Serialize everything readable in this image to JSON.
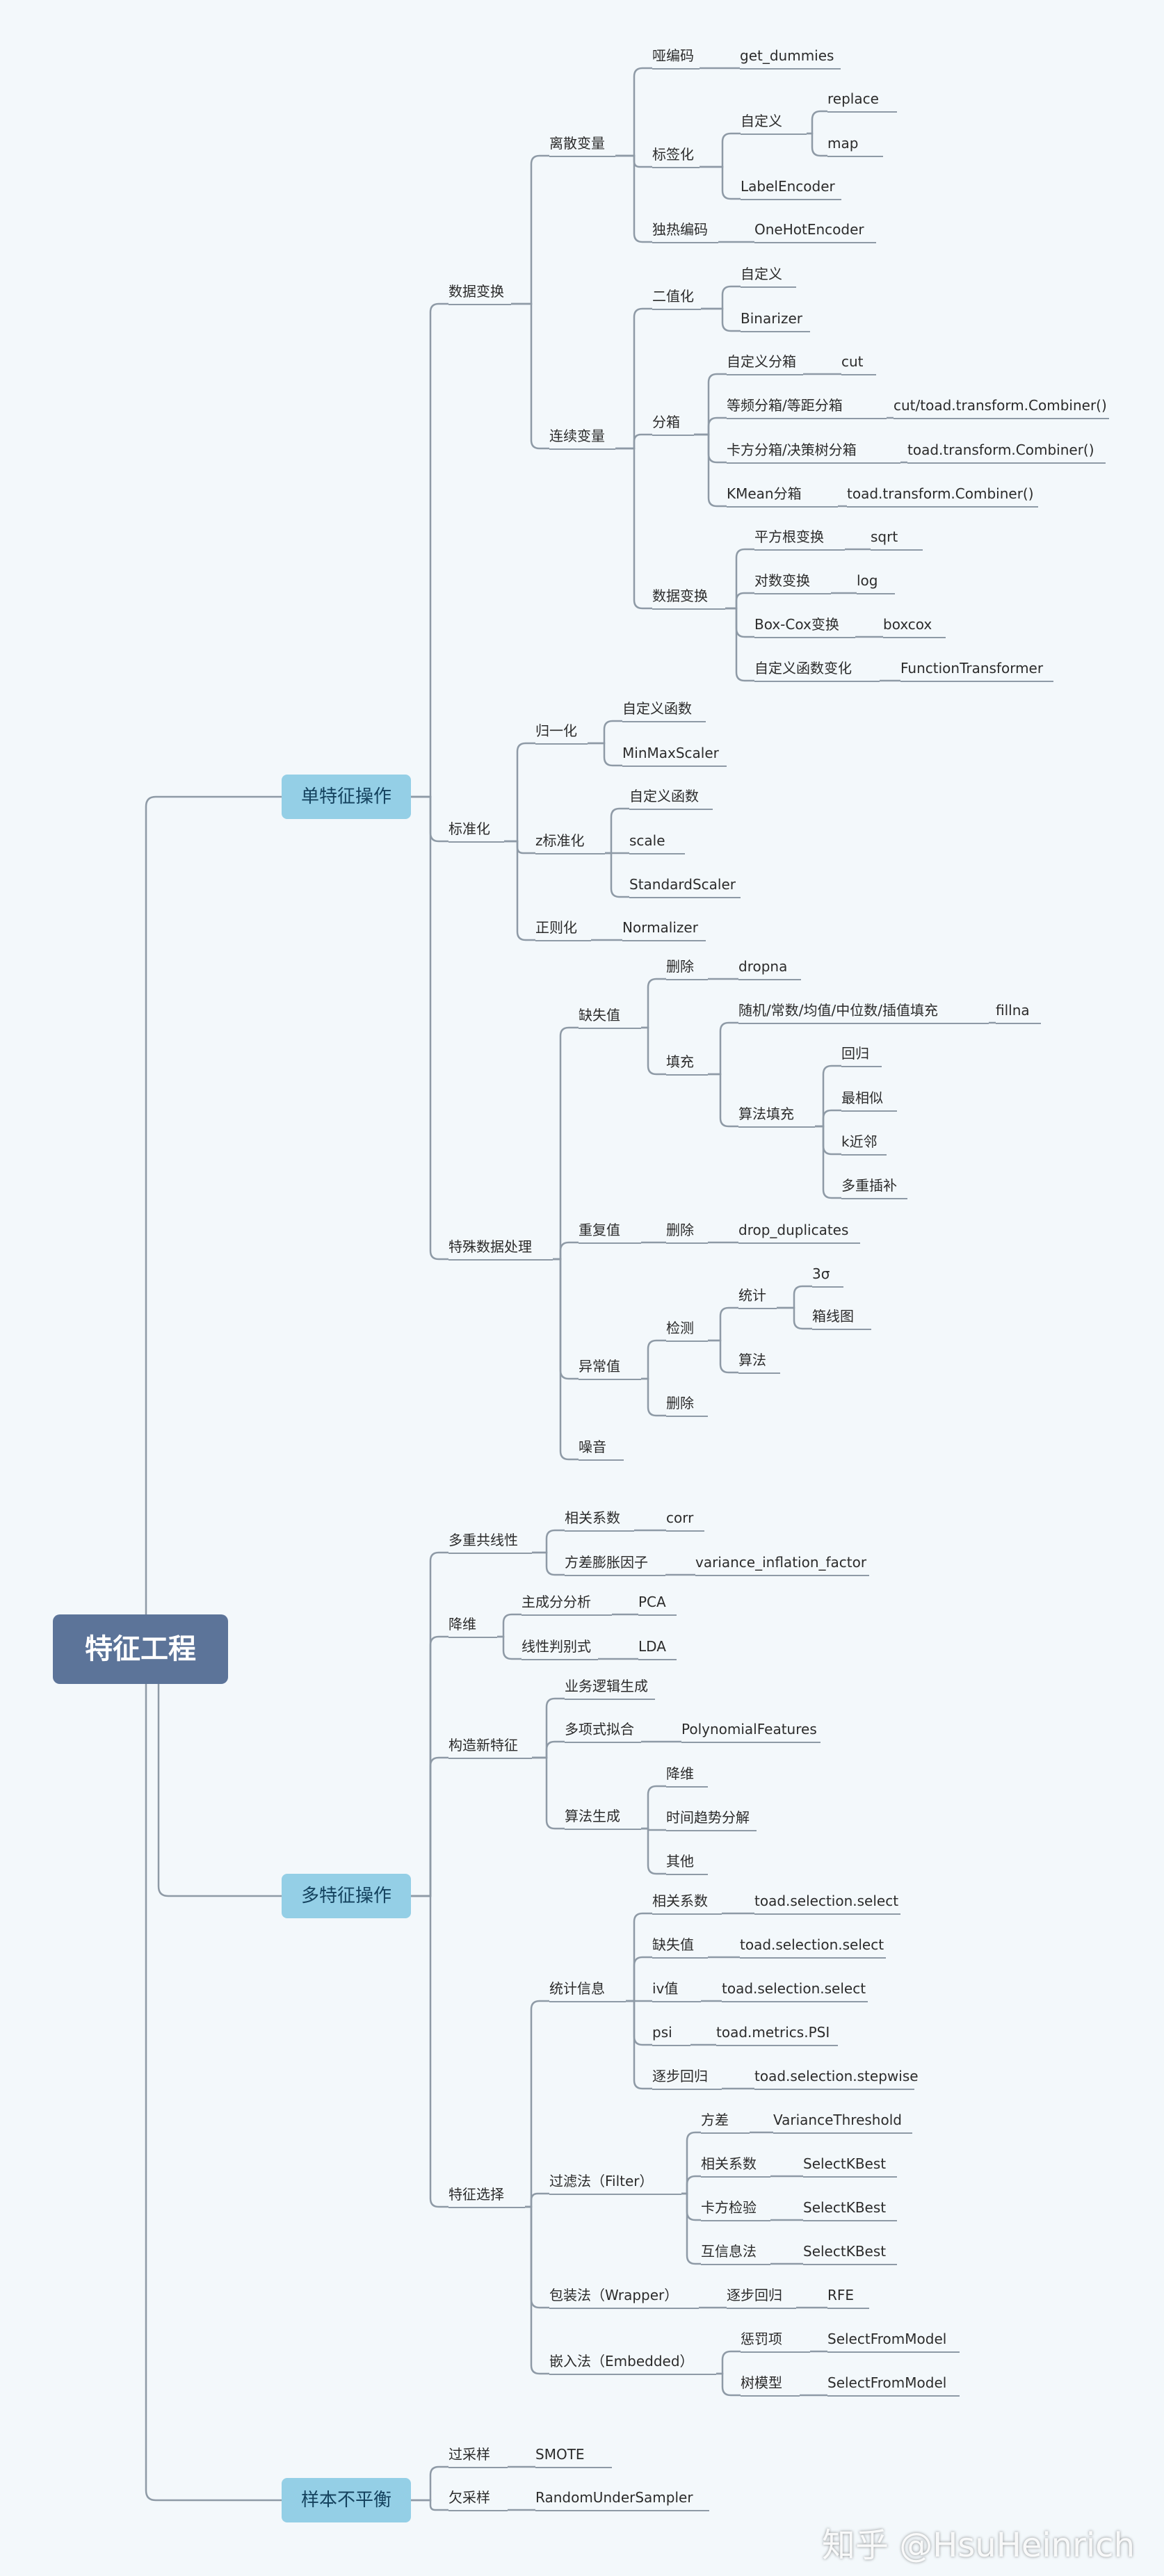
{
  "root": "特征工程",
  "watermark": "知乎 @HsuHeinrich",
  "l1": [
    "单特征操作",
    "多特征操作",
    "样本不平衡"
  ],
  "t": {
    "sj": "数据变换",
    "lsbl": "离散变量",
    "ybm": "哑编码",
    "getd": "get_dummies",
    "bqh": "标签化",
    "zdy1": "自定义",
    "replace": "replace",
    "map": "map",
    "labelenc": "LabelEncoder",
    "drbm": "独热编码",
    "onehot": "OneHotEncoder",
    "lxbl": "连续变量",
    "ezh": "二值化",
    "zdy2": "自定义",
    "binarizer": "Binarizer",
    "fx": "分箱",
    "zdyfx": "自定义分箱",
    "cut": "cut",
    "dpfx": "等频分箱/等距分箱",
    "cutcomb": "cut/toad.transform.Combiner()",
    "kffx": "卡方分箱/决策树分箱",
    "comb1": "toad.transform.Combiner()",
    "kmfx": "KMean分箱",
    "comb2": "toad.transform.Combiner()",
    "sjbh": "数据变换",
    "pfg": "平方根变换",
    "sqrt": "sqrt",
    "dsbh": "对数变换",
    "log": "log",
    "boxbh": "Box-Cox变换",
    "boxcox": "boxcox",
    "zdyhs": "自定义函数变化",
    "functr": "FunctionTransformer",
    "bzh": "标准化",
    "gyh": "归一化",
    "zdyhs1": "自定义函数",
    "minmax": "MinMaxScaler",
    "zbzh": "z标准化",
    "zdyhs2": "自定义函数",
    "scale": "scale",
    "stdscaler": "StandardScaler",
    "zzh": "正则化",
    "normalizer": "Normalizer",
    "tssj": "特殊数据处理",
    "qsz": "缺失值",
    "sc1": "删除",
    "dropna": "dropna",
    "tc": "填充",
    "sjtc": "随机/常数/均值/中位数/插值填充",
    "fillna": "fillna",
    "sftc": "算法填充",
    "hg": "回归",
    "zxs": "最相似",
    "kjl": "k近邻",
    "dccb": "多重插补",
    "cfz": "重复值",
    "sc2": "删除",
    "dropdup": "drop_duplicates",
    "ycz": "异常值",
    "jc": "检测",
    "tj": "统计",
    "sigma": "3σ",
    "xxt": "箱线图",
    "sf": "算法",
    "sc3": "删除",
    "zy": "噪音",
    "dcgx": "多重共线性",
    "xgxs": "相关系数",
    "corr": "corr",
    "fcpz": "方差膨胀因子",
    "vif": "variance_inflation_factor",
    "jw": "降维",
    "zcf": "主成分分析",
    "pca": "PCA",
    "xxpb": "线性判别式",
    "lda": "LDA",
    "gzx": "构造新特征",
    "ywlj": "业务逻辑生成",
    "dxs": "多项式拟合",
    "polyf": "PolynomialFeatures",
    "sfsc": "算法生成",
    "jw2": "降维",
    "sjqs": "时间趋势分解",
    "qt": "其他",
    "tzxz": "特征选择",
    "tjxx": "统计信息",
    "xgxs2": "相关系数",
    "tss1": "toad.selection.select",
    "qsz2": "缺失值",
    "tss2": "toad.selection.select",
    "iv": "iv值",
    "tss3": "toad.selection.select",
    "psi": "psi",
    "tmpsi": "toad.metrics.PSI",
    "zbhg": "逐步回归",
    "tstep": "toad.selection.stepwise",
    "glf": "过滤法（Filter）",
    "fc": "方差",
    "varth": "VarianceThreshold",
    "xgxs3": "相关系数",
    "skb1": "SelectKBest",
    "kfjy": "卡方检验",
    "skb2": "SelectKBest",
    "hxxf": "互信息法",
    "skb3": "SelectKBest",
    "bzf": "包装法（Wrapper）",
    "zbhg2": "逐步回归",
    "rfe": "RFE",
    "qrf": "嵌入法（Embedded）",
    "cfx": "惩罚项",
    "sfm1": "SelectFromModel",
    "smx": "树模型",
    "sfm2": "SelectFromModel",
    "gcy": "过采样",
    "smote": "SMOTE",
    "qcy": "欠采样",
    "rus": "RandomUnderSampler"
  }
}
